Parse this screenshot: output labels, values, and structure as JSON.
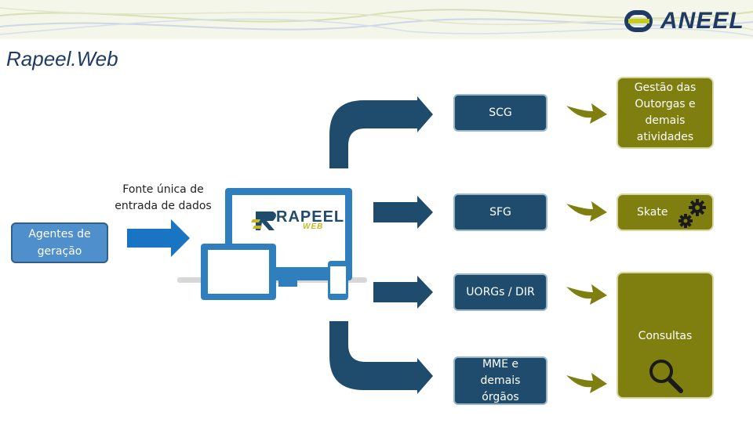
{
  "title": "Rapeel.Web",
  "logo": {
    "brand": "ANEEL",
    "brand_color": "#1f3a64",
    "accent": "#c6cc1e"
  },
  "screen_logo": {
    "main": "RAPEEL",
    "sub": "WEB"
  },
  "source": {
    "label": "Fonte única de entrada de dados"
  },
  "agent": {
    "label": "Agentes de geração"
  },
  "systems": [
    {
      "id": "scg",
      "label": "SCG"
    },
    {
      "id": "sfg",
      "label": "SFG"
    },
    {
      "id": "uorgs",
      "label": "UORGs / DIR"
    },
    {
      "id": "mme",
      "label": "MME e demais órgãos"
    }
  ],
  "outputs": [
    {
      "id": "gestao",
      "label": "Gestão das Outorgas e demais atividades"
    },
    {
      "id": "skate",
      "label": "Skate"
    },
    {
      "id": "consultas",
      "label": "Consultas"
    }
  ],
  "colors": {
    "navy": "#1f4c6c",
    "olive": "#7f7f10",
    "agent_blue": "#4f8fcc",
    "arrow_blue": "#1a74c4"
  }
}
